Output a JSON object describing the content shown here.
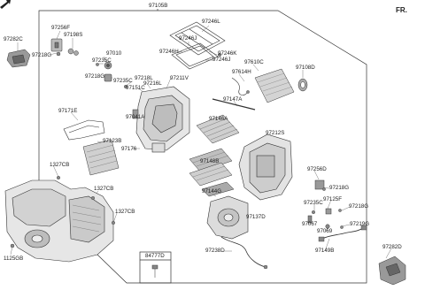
{
  "direction_label": "FR.",
  "labels": {
    "p97105B": "97105B",
    "p97282C": "97282C",
    "p97256F": "97256F",
    "p97198S": "97198S",
    "p97218G_a": "97218G",
    "p97246L": "97246L",
    "p97246J_a": "97246J",
    "p97246H": "97246H",
    "p97246K": "97246K",
    "p97246J_b": "97246J",
    "p97010": "97010",
    "p97235C_a": "97235C",
    "p97218G_b": "97218G",
    "p97235C_b": "97235C",
    "p97218L": "97218L",
    "p97216L": "97216L",
    "p97151C": "97151C",
    "p97211V": "97211V",
    "p97614H": "97614H",
    "p97610C": "97610C",
    "p97108D": "97108D",
    "p97147A": "97147A",
    "p97171E": "97171E",
    "p97041A": "97041A",
    "p97146A": "97146A",
    "p97123B": "97123B",
    "p97212S": "97212S",
    "p97176": "97176",
    "p97148B": "97148B",
    "p97256D": "97256D",
    "p1327CB_a": "1327CB",
    "p97218G_c": "97218G",
    "p97144G": "97144G",
    "p1327CB_b": "1327CB",
    "p97235C_c": "97235C",
    "p97125F": "97125F",
    "p97218G_d": "97218G",
    "p97137D": "97137D",
    "p1327CB_c": "1327CB",
    "p97067": "97067",
    "p97069": "97069",
    "p97219G": "97219G",
    "p97238D": "97238D",
    "p97149B": "97149B",
    "p84777D": "84777D",
    "p97282D": "97282D",
    "p1125GB": "1125GB"
  }
}
